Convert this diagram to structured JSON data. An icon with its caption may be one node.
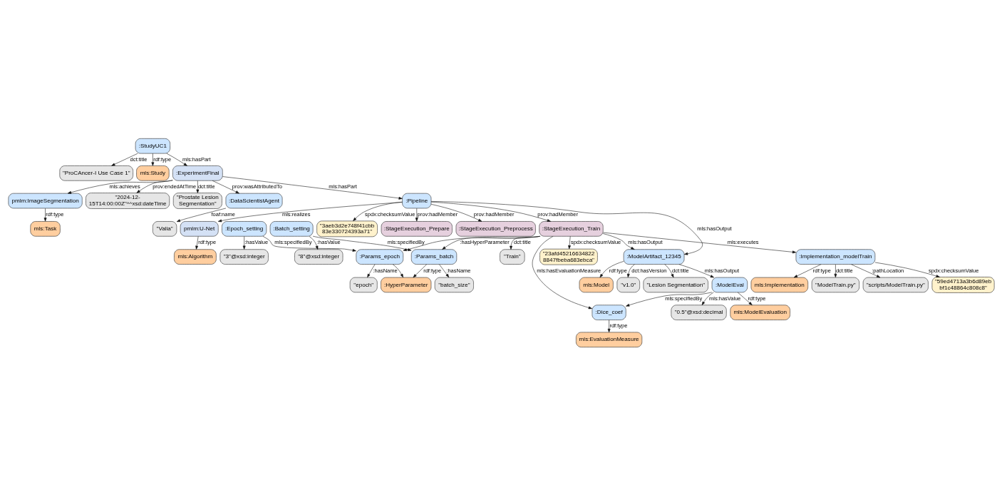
{
  "diagram": {
    "nodes": [
      {
        "text": [
          "\"ProCAncer-I Use Case 1\""
        ]
      },
      {
        "text": [
          "mls:Task"
        ]
      },
      {
        "text": [
          "\"epoch\""
        ]
      },
      {
        "text": [
          ":Epoch_setting"
        ]
      },
      {
        "text": [
          "\"3\"@xsd:integer"
        ]
      },
      {
        "text": [
          "mls:Study"
        ]
      },
      {
        "text": [
          ":StudyUC1"
        ]
      },
      {
        "text": [
          "pmlm:ImageSegmentation"
        ]
      },
      {
        "text": [
          ":Params_epoch"
        ]
      },
      {
        "text": [
          ":HyperParameter"
        ]
      },
      {
        "text": [
          "\"batch_size\""
        ]
      },
      {
        "text": [
          "\"2024-12- 15T14:00:00Z\"^^xsd:dateTime"
        ]
      },
      {
        "text": [
          "\"Prostate Lesion Segmentation\""
        ]
      },
      {
        "text": [
          "\"Train\""
        ]
      },
      {
        "text": [
          ":Batch_setting"
        ]
      },
      {
        "text": [
          "\"8\"@xsd:integer"
        ]
      },
      {
        "text": [
          ":Params_batch"
        ]
      },
      {
        "text": [
          "\"59ed4713a3b6d89eb bf1c48864c808c8\""
        ]
      },
      {
        "text": [
          ":DataScientistAgent"
        ]
      },
      {
        "text": [
          ":ExperimentFinal"
        ]
      },
      {
        "text": [
          ":StageExecution_Train"
        ]
      },
      {
        "text": [
          ":Implementation_modelTrain"
        ]
      },
      {
        "text": [
          "mls:Implementation"
        ]
      },
      {
        "text": [
          "\"Valia\""
        ]
      },
      {
        "text": [
          "pmlm:U-Net"
        ]
      },
      {
        "text": [
          "\"23afd45216634822 8847fbeba683ebca\""
        ]
      },
      {
        "text": [
          "\"ModelTrain.py\""
        ]
      },
      {
        "text": [
          "\"scripts/ModelTrain.py\""
        ]
      },
      {
        "text": [
          "mls:Algorithm"
        ]
      },
      {
        "text": [
          ":Pipeline"
        ]
      },
      {
        "text": [
          ":Dice_coef"
        ]
      },
      {
        "text": [
          "mls:EvaluationMeasure"
        ]
      },
      {
        "text": [
          "\"3aeb3d2e748f41cbb 83e330724393a71\""
        ]
      },
      {
        "text": [
          ":ModelArtifact_12345"
        ]
      },
      {
        "text": [
          ":ModelEval"
        ]
      },
      {
        "text": [
          "\"0.5\"@xsd:decimal"
        ]
      },
      {
        "text": [
          ":StageExecution_Prepare"
        ]
      },
      {
        "text": [
          ":StageExecution_Preprocess"
        ]
      },
      {
        "text": [
          "mls:Model"
        ]
      },
      {
        "text": [
          "mls:ModelEvaluation"
        ]
      },
      {
        "text": [
          "\"v1.0\""
        ]
      },
      {
        "text": [
          "\"Lesion Segmentation\""
        ]
      }
    ],
    "edges": [
      {
        "from": 6,
        "to": 0,
        "arrow": "to",
        "label": "dct:title"
      },
      {
        "from": 6,
        "to": 5,
        "arrow": "to",
        "label": "rdf:type"
      },
      {
        "from": 6,
        "to": 19,
        "arrow": "to",
        "label": "mls:hasPart"
      },
      {
        "from": 19,
        "to": 11,
        "arrow": "to",
        "label": "prov:endedAtTime"
      },
      {
        "from": 19,
        "to": 18,
        "arrow": "to",
        "label": "prov:wasAttributedTo"
      },
      {
        "from": 19,
        "to": 12,
        "arrow": "to",
        "label": "dct:title"
      },
      {
        "from": 19,
        "to": 7,
        "arrow": "to",
        "label": "mls:achieves"
      },
      {
        "from": 7,
        "to": 1,
        "arrow": "to",
        "label": "rdf:type"
      },
      {
        "from": 19,
        "to": 29,
        "arrow": "to",
        "label": "mls:hasPart"
      },
      {
        "from": 18,
        "to": 23,
        "arrow": "to",
        "label": "foaf:name"
      },
      {
        "from": 29,
        "to": 24,
        "arrow": "to",
        "label": "mls:realizes"
      },
      {
        "from": 24,
        "to": 28,
        "arrow": "to",
        "label": "rdf:type"
      },
      {
        "from": 29,
        "to": 32,
        "arrow": "to",
        "label": "spdx:checksumValue"
      },
      {
        "from": 29,
        "to": 36,
        "arrow": "to",
        "label": "prov:hadMember"
      },
      {
        "from": 29,
        "to": 37,
        "arrow": "to",
        "label": "prov:hadMember"
      },
      {
        "from": 29,
        "to": 20,
        "arrow": "to",
        "label": "prov:hadMember"
      },
      {
        "from": 29,
        "to": 33,
        "arrow": "to",
        "label": "mls:hasOutput"
      },
      {
        "from": 20,
        "to": 13,
        "arrow": "to",
        "label": "dct:title"
      },
      {
        "from": 20,
        "to": 8,
        "arrow": "to"
      },
      {
        "from": 20,
        "to": 16,
        "arrow": "to",
        "label": ":hasHyperParameter"
      },
      {
        "from": 8,
        "to": 2,
        "arrow": "to",
        "label": ":hasName"
      },
      {
        "from": 3,
        "to": 8,
        "arrow": "to",
        "label": "mls:specifiedBy"
      },
      {
        "from": 3,
        "to": 4,
        "arrow": "to",
        "label": ":hasValue"
      },
      {
        "from": 8,
        "to": 9,
        "arrow": "to"
      },
      {
        "from": 16,
        "to": 9,
        "arrow": "to",
        "label": "rdf:type"
      },
      {
        "from": 16,
        "to": 10,
        "arrow": "to",
        "label": ":hasName"
      },
      {
        "from": 14,
        "to": 16,
        "arrow": "to",
        "label": "mls:specifiedBy"
      },
      {
        "from": 14,
        "to": 15,
        "arrow": "to",
        "label": ":hasValue"
      },
      {
        "from": 20,
        "to": 21,
        "arrow": "to",
        "label": "mls:executes"
      },
      {
        "from": 21,
        "to": 17,
        "arrow": "to",
        "label": "spdx:checksumValue"
      },
      {
        "from": 21,
        "to": 22,
        "arrow": "to",
        "label": "rdf:type"
      },
      {
        "from": 21,
        "to": 26,
        "arrow": "to",
        "label": "dct:title"
      },
      {
        "from": 21,
        "to": 27,
        "arrow": "to",
        "label": ":pathLocation"
      },
      {
        "from": 20,
        "to": 25,
        "arrow": "to",
        "label": "spdx:checksumValue"
      },
      {
        "from": 20,
        "to": 30,
        "arrow": "to",
        "label": "mls:hasEvaluationMeasure"
      },
      {
        "from": 20,
        "to": 33,
        "arrow": "to",
        "label": "mls:hasOutput"
      },
      {
        "from": 30,
        "to": 31,
        "arrow": "to",
        "label": "rdf:type"
      },
      {
        "from": 34,
        "to": 30,
        "arrow": "to",
        "label": "mls:specifiedBy"
      },
      {
        "from": 33,
        "to": 34,
        "arrow": "to",
        "label": "mls:hasOutput"
      },
      {
        "from": 34,
        "to": 35,
        "arrow": "to",
        "label": "mls:hasValue"
      },
      {
        "from": 34,
        "to": 39,
        "arrow": "to",
        "label": "rdf:type"
      },
      {
        "from": 33,
        "to": 38,
        "arrow": "to",
        "label": "rdf:type"
      },
      {
        "from": 33,
        "to": 40,
        "arrow": "to",
        "label": "dct:hasVersion"
      },
      {
        "from": 33,
        "to": 41,
        "arrow": "to",
        "label": "dct:title"
      }
    ]
  }
}
